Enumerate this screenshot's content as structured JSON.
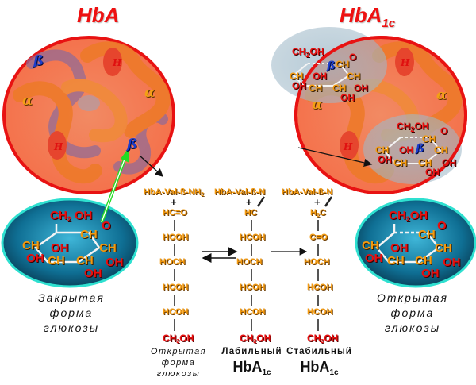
{
  "titles": {
    "hba": {
      "main": "HbA",
      "sub": ""
    },
    "hba1c": {
      "main": "HbA",
      "sub": "1c"
    }
  },
  "protein_labels": {
    "alpha": "α",
    "beta": "ß",
    "heme": "H"
  },
  "glucose_ring": {
    "ch2oh_main": "CH",
    "ch2oh_sub": "2",
    "ch2oh_tail": "OH",
    "oxygen": "O",
    "ch": "CH",
    "oh": "OH"
  },
  "closed_glucose_caption": [
    "Закрытая",
    "форма",
    "глюкозы"
  ],
  "open_glucose_caption": [
    "Открытая",
    "форма",
    "глюкозы"
  ],
  "reaction": {
    "col1": {
      "header": "HbA-Val-ß-NH",
      "header_sub": "2",
      "plus": "+",
      "chain": [
        "HC=O",
        "HCOH",
        "HOCH",
        "HCOH",
        "HCOH"
      ],
      "terminal_main": "CH",
      "terminal_sub": "2",
      "terminal_tail": "OH",
      "caption": [
        "Открытая",
        "форма",
        "глюкозы"
      ]
    },
    "col2": {
      "header": "HbA-Val-ß-N",
      "plus": "+",
      "bond": "/",
      "chain": [
        "HC",
        "HCOH",
        "HOCH",
        "HCOH",
        "HCOH"
      ],
      "terminal_main": "CH",
      "terminal_sub": "2",
      "terminal_tail": "OH",
      "caption": "Лабильный",
      "hba_main": "HbA",
      "hba_sub": "1c"
    },
    "col3": {
      "header": "HbA-Val-ß-N",
      "plus": "+",
      "bond": "/",
      "chain_first_main": "H",
      "chain_first_sub": "2",
      "chain_first_tail": "C",
      "chain": [
        "C=O",
        "HOCH",
        "HCOH",
        "HCOH"
      ],
      "terminal_main": "CH",
      "terminal_sub": "2",
      "terminal_tail": "OH",
      "caption": "Стабильный",
      "hba_main": "HbA",
      "hba_sub": "1c"
    }
  },
  "colors": {
    "title_red": "#ee1111",
    "chain_orange": "#f39a10",
    "terminal_red": "#e81010",
    "glucose_teal": "#1aa8c0",
    "green_arrow": "#22dd22"
  }
}
